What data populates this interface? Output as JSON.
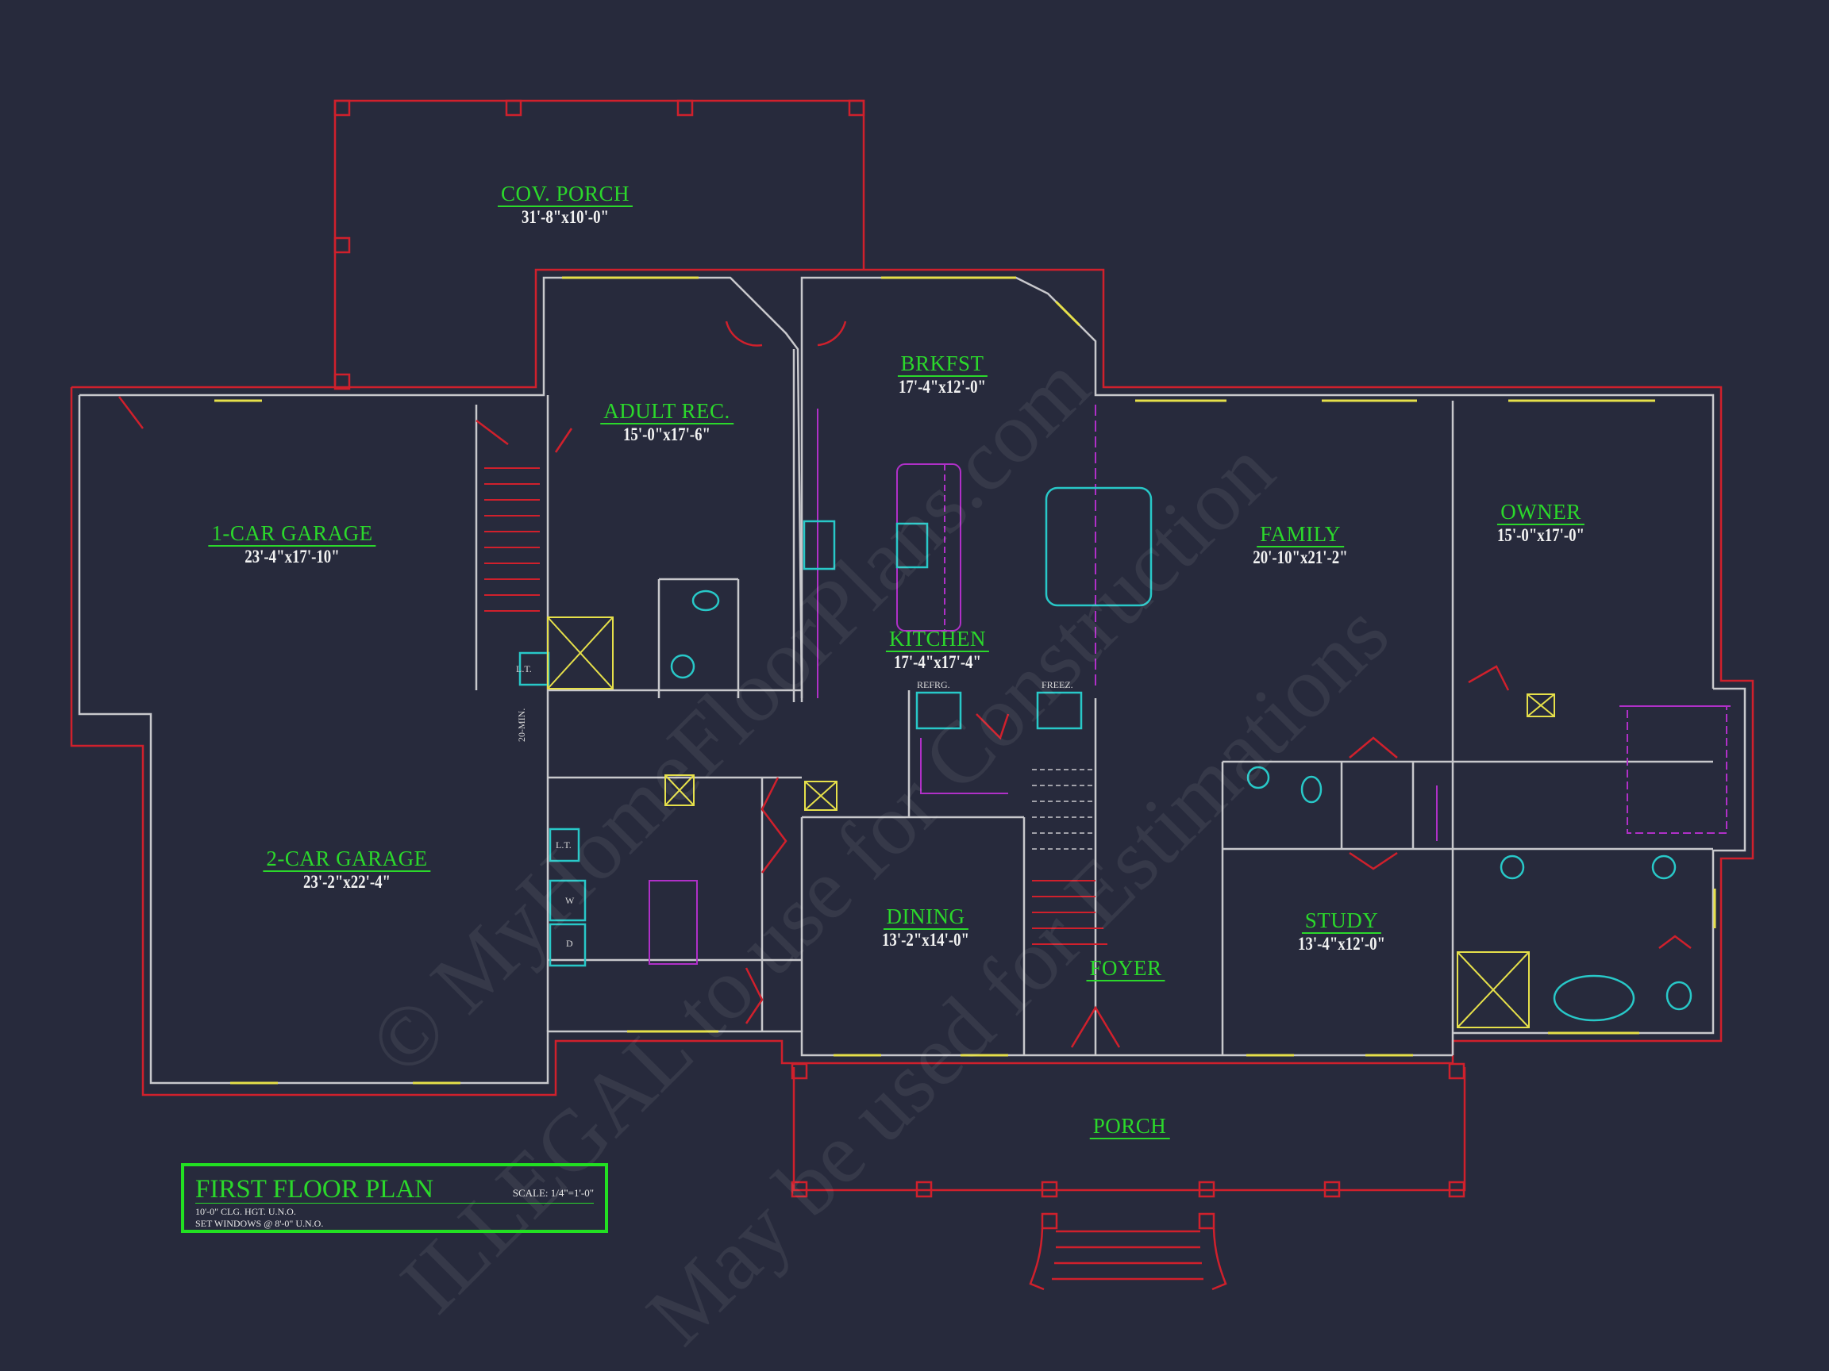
{
  "drawing": {
    "background": "#272a3c",
    "colors": {
      "walls": "#c8c8cc",
      "exterior": "#d0202c",
      "windows": "#e6e04a",
      "fixtures": "#28c8c8",
      "cabinets": "#b030c8",
      "labels": "#2bd82b",
      "dimensions": "#f2f2f2"
    }
  },
  "title_block": {
    "title": "FIRST FLOOR PLAN",
    "scale": "SCALE: 1/4\"=1'-0\"",
    "note_ceiling": "10'-0\" CLG. HGT. U.N.O.",
    "note_windows": "SET WINDOWS @ 8'-0\" U.N.O."
  },
  "rooms": [
    {
      "name": "COV. PORCH",
      "dim": "31'-8\"x10'-0\""
    },
    {
      "name": "ADULT REC.",
      "dim": "15'-0\"x17'-6\""
    },
    {
      "name": "BRKFST",
      "dim": "17'-4\"x12'-0\""
    },
    {
      "name": "1-CAR GARAGE",
      "dim": "23'-4\"x17'-10\""
    },
    {
      "name": "FAMILY",
      "dim": "20'-10\"x21'-2\""
    },
    {
      "name": "OWNER",
      "dim": "15'-0\"x17'-0\""
    },
    {
      "name": "KITCHEN",
      "dim": "17'-4\"x17'-4\""
    },
    {
      "name": "2-CAR GARAGE",
      "dim": "23'-2\"x22'-4\""
    },
    {
      "name": "DINING",
      "dim": "13'-2\"x14'-0\""
    },
    {
      "name": "STUDY",
      "dim": "13'-4\"x12'-0\""
    },
    {
      "name": "FOYER",
      "dim": ""
    },
    {
      "name": "PORCH",
      "dim": ""
    }
  ],
  "fixture_tags": {
    "refrigerator": "REFRG.",
    "freezer": "FREEZ.",
    "laundry_tub_1": "L.T.",
    "laundry_tub_2": "L.T.",
    "washer": "W",
    "dryer": "D",
    "door_rating": "20-MIN."
  },
  "watermark": {
    "line1": "© MyHomeFloorPlans.com",
    "line2": "ILLEGAL to use for Construction",
    "line3": "May be used for Estimations"
  }
}
